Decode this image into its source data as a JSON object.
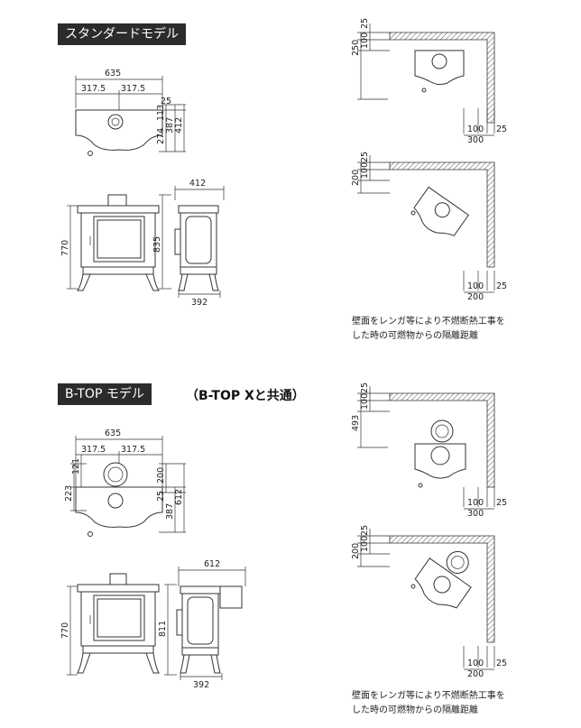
{
  "sections": [
    {
      "title": "スタンダードモデル",
      "subtitle": "",
      "top_view": {
        "width": "635",
        "half_left": "317.5",
        "half_right": "317.5",
        "d1": "25",
        "d2": "113",
        "d3": "274",
        "d4": "387",
        "d5": "412"
      },
      "front_view": {
        "height": "770"
      },
      "side_view": {
        "top": "412",
        "height": "835",
        "bottom": "392"
      },
      "clearance_parallel": {
        "top_total": "250",
        "top_100": "100",
        "top_25": "25",
        "right_100": "100",
        "right_25": "25",
        "right_total": "300"
      },
      "clearance_corner": {
        "top_total": "200",
        "top_100": "100",
        "top_25": "25",
        "right_100": "100",
        "right_25": "25",
        "right_total": "200"
      },
      "note_line1": "壁面をレンガ等により不燃断熱工事を",
      "note_line2": "した時の可燃物からの隔離距離"
    },
    {
      "title": "B-TOP モデル",
      "subtitle": "（B-TOP Xと共通）",
      "top_view": {
        "width": "635",
        "half_left": "317.5",
        "half_right": "317.5",
        "d_121": "121",
        "d_223": "223",
        "d_200": "200",
        "d_25": "25",
        "d_387": "387",
        "d_612": "612"
      },
      "front_view": {
        "height": "770"
      },
      "side_view": {
        "top": "612",
        "height": "811",
        "bottom": "392"
      },
      "clearance_parallel": {
        "top_total": "493",
        "top_100": "100",
        "top_25": "25",
        "right_100": "100",
        "right_25": "25",
        "right_total": "300"
      },
      "clearance_corner": {
        "top_total": "200",
        "top_100": "100",
        "top_25": "25",
        "right_100": "100",
        "right_25": "25",
        "right_total": "200"
      },
      "note_line1": "壁面をレンガ等により不燃断熱工事を",
      "note_line2": "した時の可燃物からの隔離距離"
    }
  ]
}
